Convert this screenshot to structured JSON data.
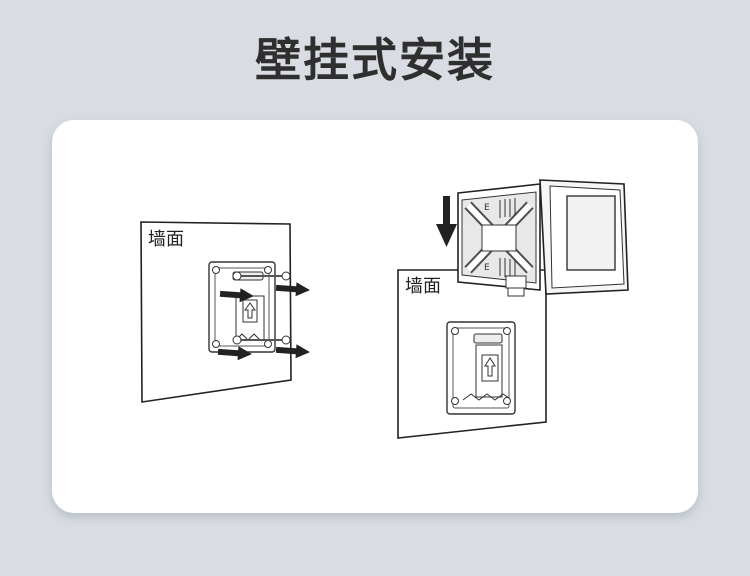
{
  "title": "壁挂式安装",
  "left_panel": {
    "wall_label": "墙面"
  },
  "right_panel": {
    "wall_label": "墙面"
  }
}
